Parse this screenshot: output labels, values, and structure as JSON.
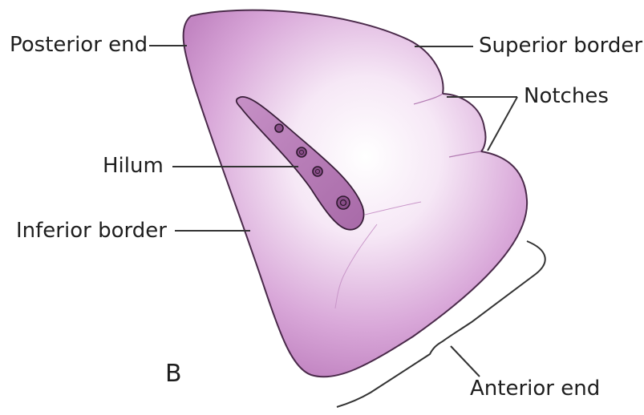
{
  "labels": {
    "posterior_end": "Posterior end",
    "superior_border": "Superior border",
    "notches": "Notches",
    "hilum": "Hilum",
    "inferior_border": "Inferior border",
    "anterior_end": "Anterior end",
    "panel": "B"
  },
  "colors": {
    "organ_fill_edge": "#c98fc9",
    "organ_fill_center": "#ffffff",
    "outline": "#4a2a4a",
    "hilum_fill": "#b779b7",
    "leader_line": "#333333"
  }
}
